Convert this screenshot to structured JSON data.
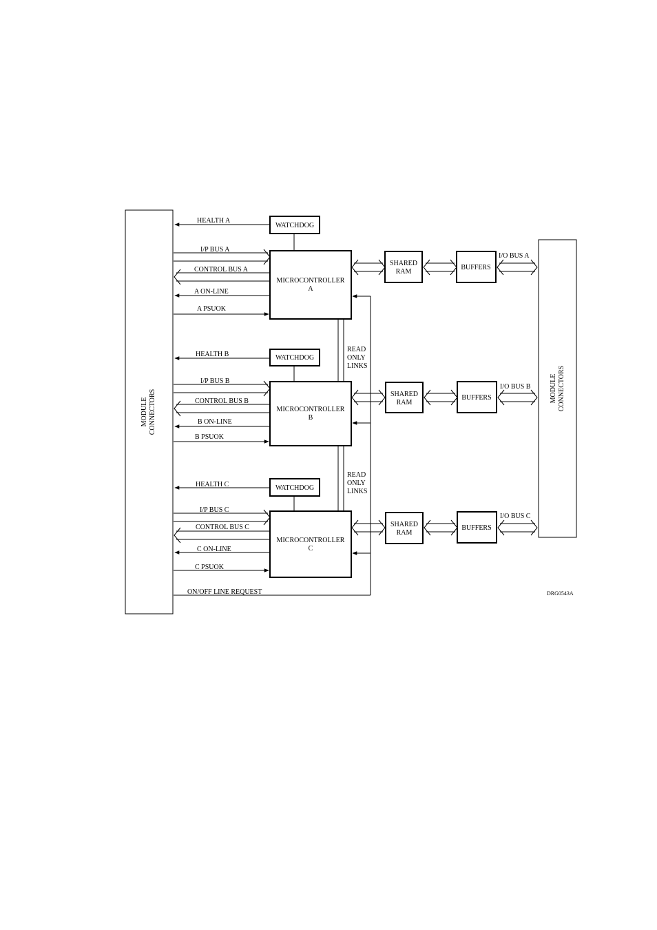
{
  "left_connector": {
    "line1": "MODULE",
    "line2": "CONNECTORS"
  },
  "right_connector": {
    "line1": "MODULE",
    "line2": "CONNECTORS"
  },
  "channels": [
    {
      "id": "a",
      "health": "HEALTH A",
      "watchdog": "WATCHDOG",
      "ip_bus": "I/P BUS A",
      "control_bus": "CONTROL BUS A",
      "online": "A ON-LINE",
      "psuok": "A PSUOK",
      "mc_line1": "MICROCONTROLLER",
      "mc_line2": "A",
      "ram_line1": "SHARED",
      "ram_line2": "RAM",
      "buffers": "BUFFERS",
      "io_bus": "I/O BUS A"
    },
    {
      "id": "b",
      "health": "HEALTH B",
      "watchdog": "WATCHDOG",
      "ip_bus": "I/P BUS B",
      "control_bus": "CONTROL BUS B",
      "online": "B ON-LINE",
      "psuok": "B PSUOK",
      "mc_line1": "MICROCONTROLLER",
      "mc_line2": "B",
      "ram_line1": "SHARED",
      "ram_line2": "RAM",
      "buffers": "BUFFERS",
      "io_bus": "I/O BUS B"
    },
    {
      "id": "c",
      "health": "HEALTH C",
      "watchdog": "WATCHDOG",
      "ip_bus": "I/P BUS C",
      "control_bus": "CONTROL BUS C",
      "online": "C ON-LINE",
      "psuok": "C PSUOK",
      "mc_line1": "MICROCONTROLLER",
      "mc_line2": "C",
      "ram_line1": "SHARED",
      "ram_line2": "RAM",
      "buffers": "BUFFERS",
      "io_bus": "I/O BUS C"
    }
  ],
  "links": [
    {
      "line1": "READ",
      "line2": "ONLY",
      "line3": "LINKS"
    },
    {
      "line1": "READ",
      "line2": "ONLY",
      "line3": "LINKS"
    }
  ],
  "onoff_request": "ON/OFF LINE REQUEST",
  "drawing_ref": "DRG0543A"
}
